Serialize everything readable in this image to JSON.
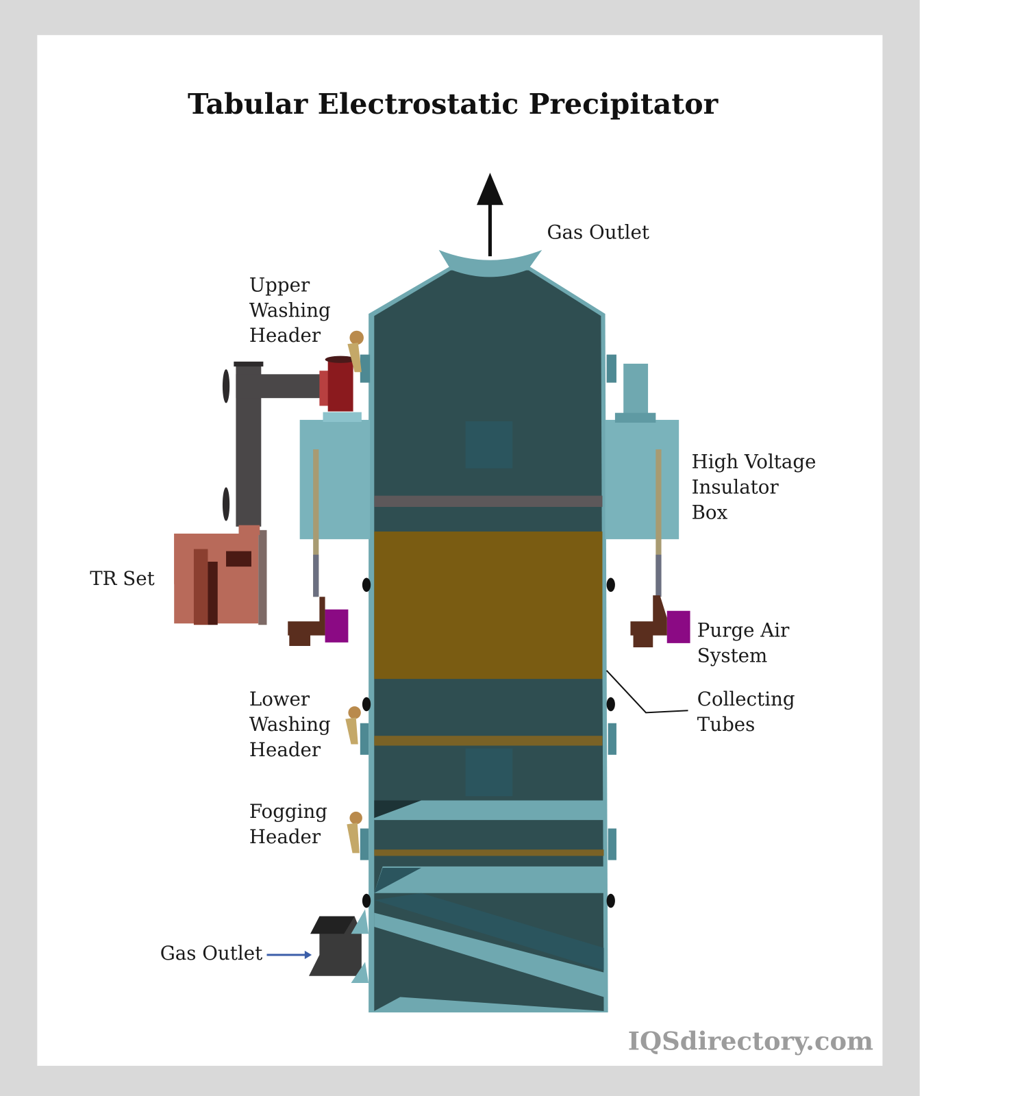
{
  "title": "Tabular Electrostatic Precipitator",
  "labels": {
    "gas_outlet_top": "Gas Outlet",
    "upper_washing_header": [
      "Upper",
      "Washing",
      "Header"
    ],
    "high_voltage_insulator_box": [
      "High Voltage",
      "Insulator",
      "Box"
    ],
    "tr_set": "TR Set",
    "purge_air_system": [
      "Purge Air",
      "System"
    ],
    "lower_washing_header": [
      "Lower",
      "Washing",
      "Header"
    ],
    "collecting_tubes": [
      "Collecting",
      "Tubes"
    ],
    "fogging_header": [
      "Fogging",
      "Header"
    ],
    "gas_outlet_bottom": "Gas Outlet"
  },
  "watermark": "IQSdirectory.com",
  "colors": {
    "frame": "#d9d9d9",
    "body": "#2f4e51",
    "teal_light": "#6fa8b0",
    "collector": "#7a5c12",
    "pipe": "#4a4748",
    "valve_red": "#8b1a1e",
    "tr_set": "#b86a5a",
    "purge": "#8b0a84",
    "arrow_blue": "#3b5ea8"
  }
}
